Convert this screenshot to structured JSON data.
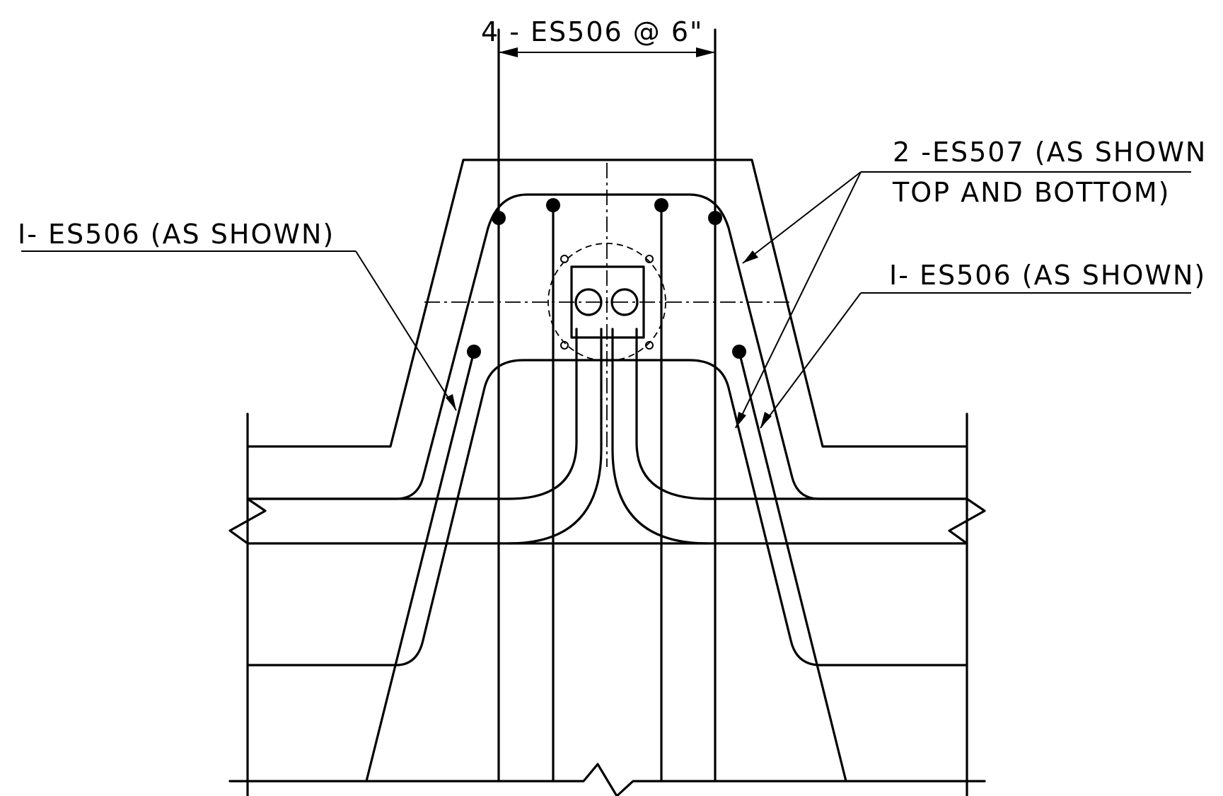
{
  "labels": {
    "top_dimension": "4 - ES506 @ 6\"",
    "right_top_line1": "2 -ES507 (AS SHOWN",
    "right_top_line2": "TOP AND BOTTOM)",
    "left_callout": "I- ES506 (AS SHOWN)",
    "right_callout": "I- ES506 (AS SHOWN)"
  },
  "colors": {
    "line": "#000000",
    "background": "#ffffff"
  }
}
